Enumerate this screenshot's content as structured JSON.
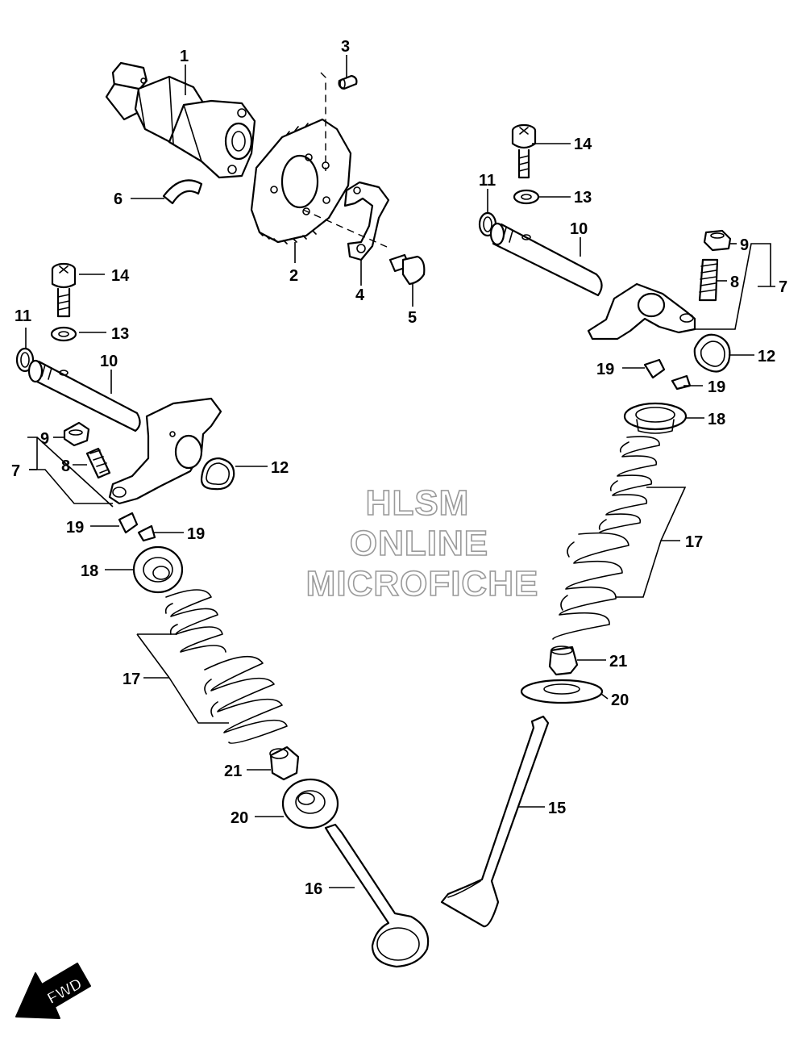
{
  "watermark": {
    "line1": "HLSM",
    "line2": "ONLINE",
    "line3": "MICROFICHE"
  },
  "fwd_label": "FWD",
  "callouts": {
    "c1": "1",
    "c2": "2",
    "c3": "3",
    "c4": "4",
    "c5": "5",
    "c6": "6",
    "c7_right": "7",
    "c8_right": "8",
    "c9_right": "9",
    "c10_right": "10",
    "c11_right": "11",
    "c12_right": "12",
    "c13_right": "13",
    "c14_right": "14",
    "c15": "15",
    "c17_right": "17",
    "c18_right": "18",
    "c19_right_a": "19",
    "c19_right_b": "19",
    "c20_right": "20",
    "c21_right": "21",
    "c7_left": "7",
    "c8_left": "8",
    "c9_left": "9",
    "c10_left": "10",
    "c11_left": "11",
    "c12_left": "12",
    "c13_left": "13",
    "c14_left": "14",
    "c16": "16",
    "c17_left": "17",
    "c18_left": "18",
    "c19_left_a": "19",
    "c19_left_b": "19",
    "c20_left": "20",
    "c21_left": "21"
  }
}
